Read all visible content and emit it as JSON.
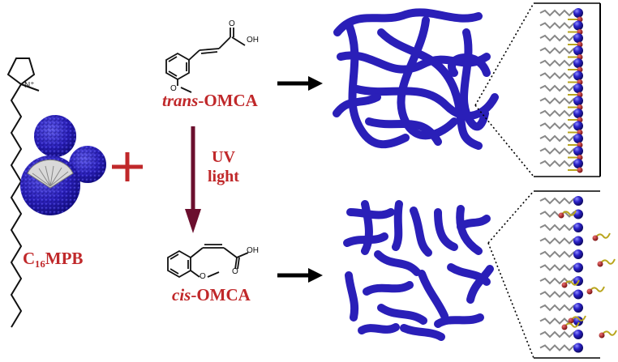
{
  "labels": {
    "surfactant": "C₁₆MPB",
    "trans": "trans",
    "trans_suffix": "-OMCA",
    "cis": "cis",
    "cis_suffix": "-OMCA",
    "uv_line1": "UV",
    "uv_line2": "light",
    "plus": "+"
  },
  "chem_text": {
    "oh_top": "OH",
    "o_top": "O",
    "oh_bottom": "OH",
    "o_bottom": "O",
    "n_plus": "N⁺"
  },
  "colors": {
    "label_red": "#c0282a",
    "arrow_maroon": "#6b0f2e",
    "micelle_blue": "#2a1fb8",
    "head_ball": "#2b22c9",
    "counterion_red": "#b3242a",
    "linker_yellow": "#b9a51c"
  }
}
